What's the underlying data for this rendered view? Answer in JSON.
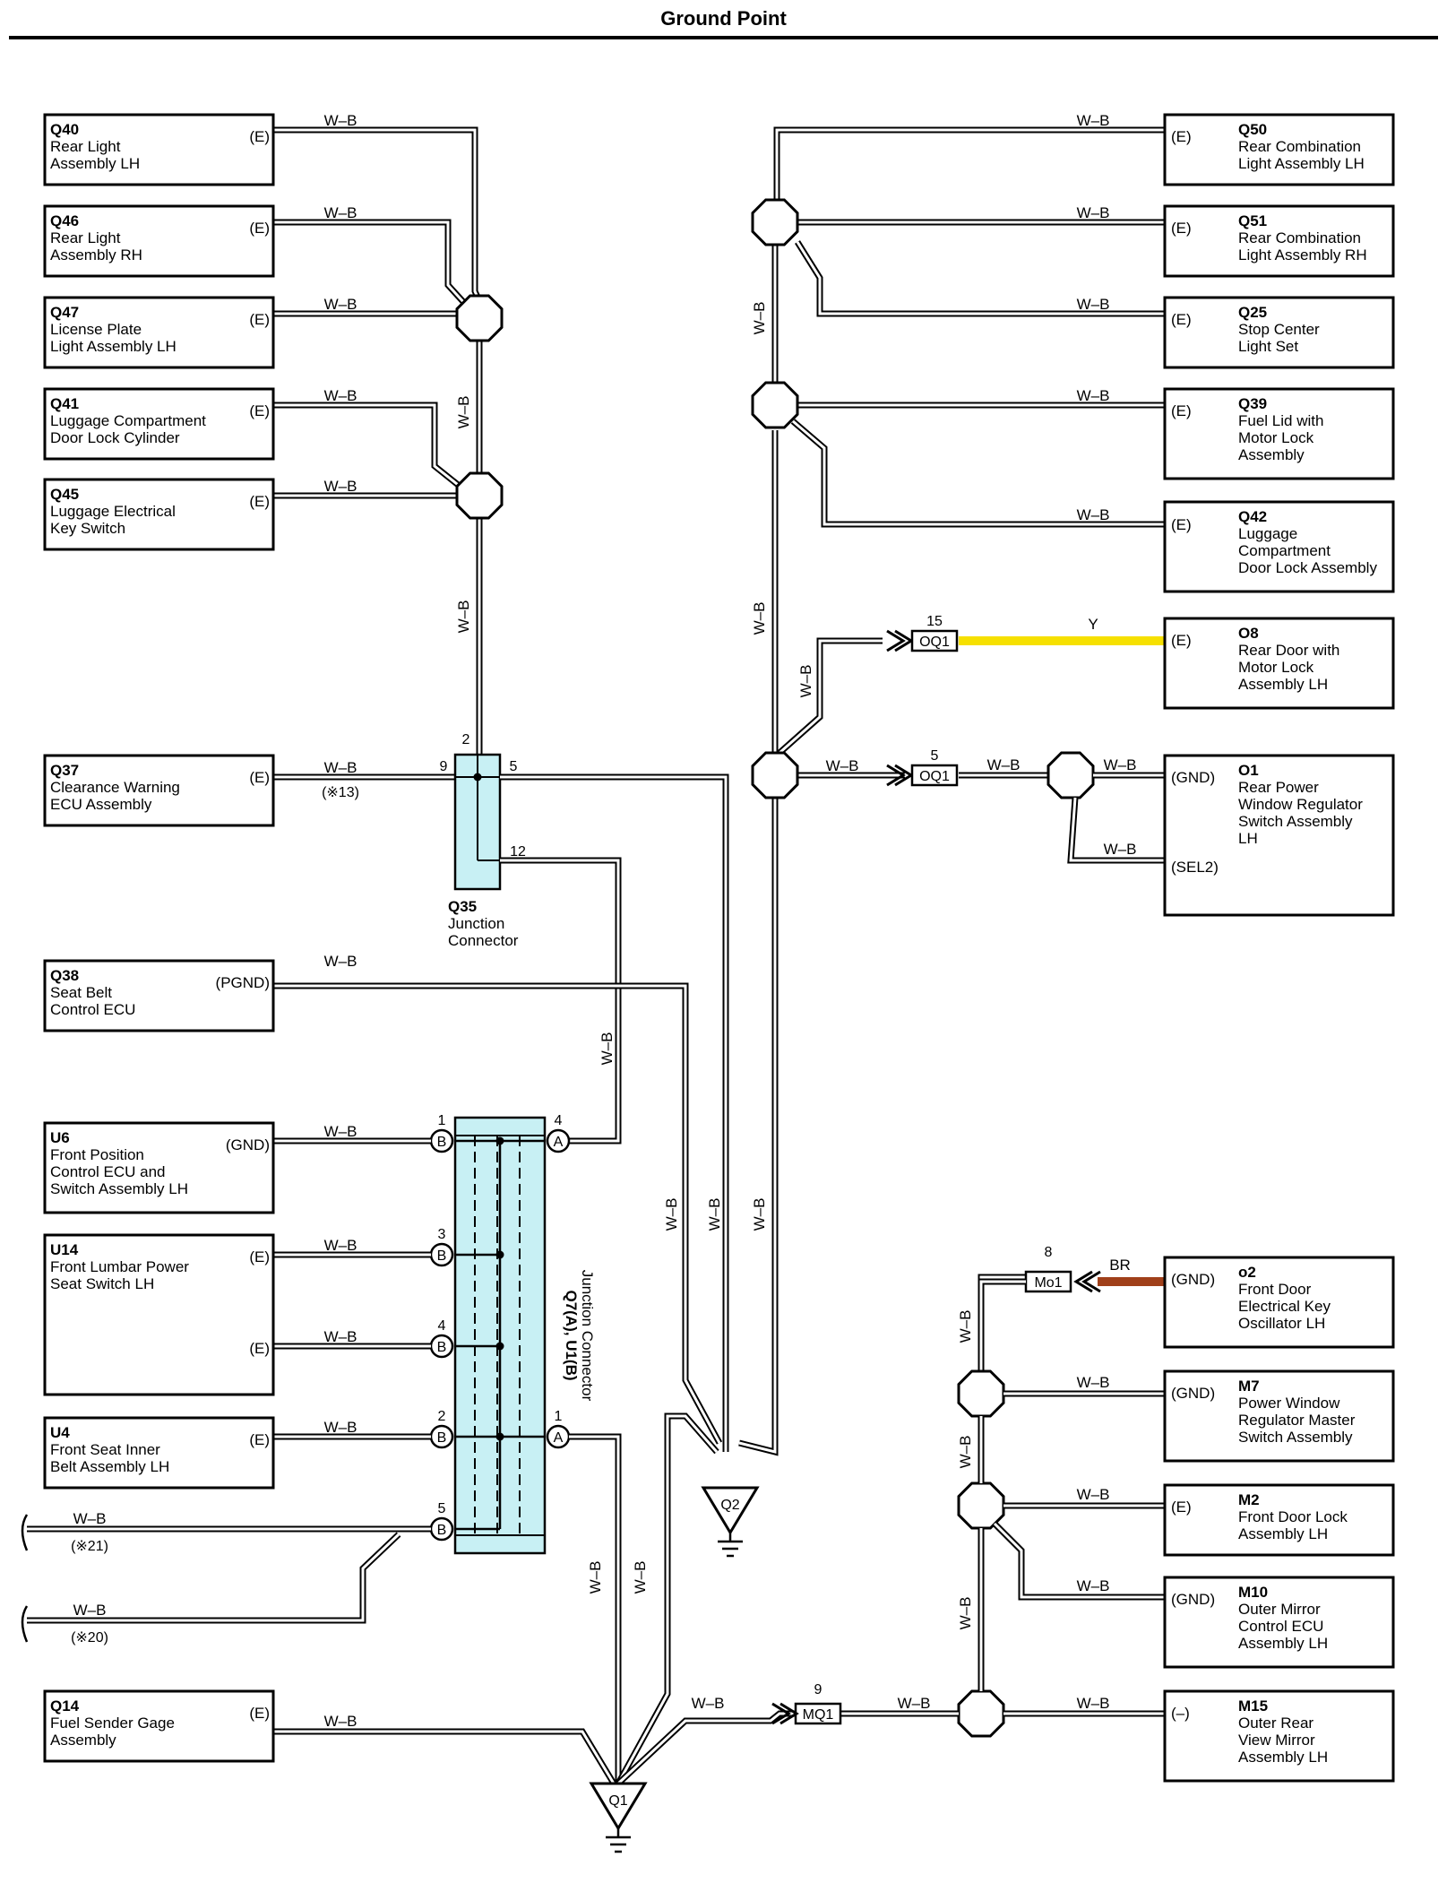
{
  "page": {
    "title": "Ground Point"
  },
  "wire_colors": {
    "white_black": "W–B",
    "yellow": "Y",
    "brown": "BR",
    "hex_yellow": "#f6e000",
    "hex_brown": "#a0401a",
    "hex_connector": "#c8f0f4"
  },
  "components": {
    "Q40": {
      "code": "Q40",
      "lines": [
        "Rear Light",
        "Assembly LH"
      ],
      "pin": "(E)"
    },
    "Q46": {
      "code": "Q46",
      "lines": [
        "Rear Light",
        "Assembly RH"
      ],
      "pin": "(E)"
    },
    "Q47": {
      "code": "Q47",
      "lines": [
        "License Plate",
        "Light Assembly LH"
      ],
      "pin": "(E)"
    },
    "Q41": {
      "code": "Q41",
      "lines": [
        "Luggage Compartment",
        "Door Lock Cylinder"
      ],
      "pin": "(E)"
    },
    "Q45": {
      "code": "Q45",
      "lines": [
        "Luggage Electrical",
        "Key Switch"
      ],
      "pin": "(E)"
    },
    "Q37": {
      "code": "Q37",
      "lines": [
        "Clearance Warning",
        "ECU Assembly"
      ],
      "pin": "(E)"
    },
    "Q38": {
      "code": "Q38",
      "lines": [
        "Seat Belt",
        "Control ECU"
      ],
      "pin": "(PGND)"
    },
    "U6": {
      "code": "U6",
      "lines": [
        "Front Position",
        "Control ECU and",
        "Switch Assembly LH"
      ],
      "pin": "(GND)"
    },
    "U14": {
      "code": "U14",
      "lines": [
        "Front Lumbar Power",
        "Seat Switch LH"
      ],
      "pins": [
        "(E)",
        "(E)"
      ]
    },
    "U4": {
      "code": "U4",
      "lines": [
        "Front Seat Inner",
        "Belt Assembly LH"
      ],
      "pin": "(E)"
    },
    "Q14": {
      "code": "Q14",
      "lines": [
        "Fuel Sender Gage",
        "Assembly"
      ],
      "pin": "(E)"
    },
    "Q50": {
      "code": "Q50",
      "lines": [
        "Rear Combination",
        "Light Assembly LH"
      ],
      "pin": "(E)"
    },
    "Q51": {
      "code": "Q51",
      "lines": [
        "Rear Combination",
        "Light Assembly RH"
      ],
      "pin": "(E)"
    },
    "Q25": {
      "code": "Q25",
      "lines": [
        "Stop Center",
        "Light Set"
      ],
      "pin": "(E)"
    },
    "Q39": {
      "code": "Q39",
      "lines": [
        "Fuel Lid with",
        "Motor Lock",
        "Assembly"
      ],
      "pin": "(E)"
    },
    "Q42": {
      "code": "Q42",
      "lines": [
        "Luggage",
        "Compartment",
        "Door Lock Assembly"
      ],
      "pin": "(E)"
    },
    "O8": {
      "code": "O8",
      "lines": [
        "Rear Door with",
        "Motor Lock",
        "Assembly LH"
      ],
      "pin": "(E)"
    },
    "O1": {
      "code": "O1",
      "lines": [
        "Rear Power",
        "Window Regulator",
        "Switch Assembly",
        "LH"
      ],
      "pins": [
        "(GND)",
        "(SEL2)"
      ]
    },
    "o2": {
      "code": "o2",
      "lines": [
        "Front Door",
        "Electrical Key",
        "Oscillator LH"
      ],
      "pin": "(GND)"
    },
    "M7": {
      "code": "M7",
      "lines": [
        "Power Window",
        "Regulator Master",
        "Switch Assembly"
      ],
      "pin": "(GND)"
    },
    "M2": {
      "code": "M2",
      "lines": [
        "Front Door Lock",
        "Assembly LH"
      ],
      "pin": "(E)"
    },
    "M10": {
      "code": "M10",
      "lines": [
        "Outer Mirror",
        "Control ECU",
        "Assembly LH"
      ],
      "pin": "(GND)"
    },
    "M15": {
      "code": "M15",
      "lines": [
        "Outer Rear",
        "View Mirror",
        "Assembly LH"
      ],
      "pin": "(–)"
    }
  },
  "junctions": {
    "Q35": {
      "code": "Q35",
      "lines": [
        "Junction",
        "Connector"
      ],
      "pins": [
        "2",
        "9",
        "5",
        "12"
      ]
    },
    "Q7U1": {
      "lines": [
        "Q7(A), U1(B)",
        "Junction Connector"
      ],
      "pins_b": [
        "1",
        "3",
        "4",
        "2",
        "5"
      ],
      "pins_a": [
        "4",
        "1"
      ],
      "letter_a": "A",
      "letter_b": "B"
    }
  },
  "inline_connectors": {
    "oq1_top": {
      "label": "OQ1",
      "pin": "15"
    },
    "oq1_bottom": {
      "label": "OQ1",
      "pin": "5"
    },
    "mo1": {
      "label": "Mo1",
      "pin": "8"
    },
    "mq1": {
      "label": "MQ1",
      "pin": "9"
    }
  },
  "grounds": {
    "Q1": "Q1",
    "Q2": "Q2"
  },
  "notes": {
    "n13": "(※13)",
    "n21": "(※21)",
    "n20": "(※20)"
  }
}
